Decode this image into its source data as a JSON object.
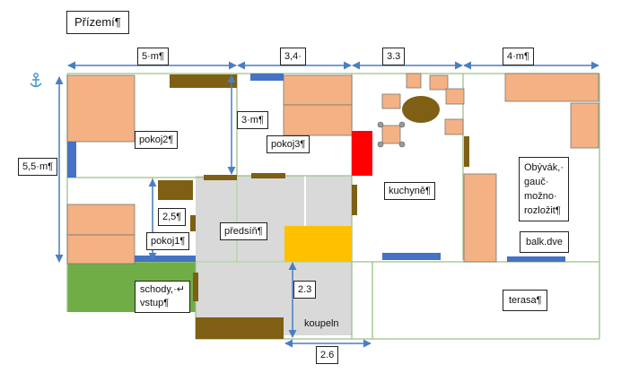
{
  "title": "Přízemí¶",
  "dimensions": {
    "d5m": "5·m¶",
    "d34": "3,4·",
    "d33": "3.3",
    "d4m": "4·m¶",
    "d55m": "5,5·m¶",
    "d3m": "3·m¶",
    "d25": "2,5¶",
    "d23": "2.3",
    "d26": "2.6"
  },
  "rooms": {
    "pokoj2": "pokoj2¶",
    "pokoj3": "pokoj3¶",
    "pokoj1": "pokoj1¶",
    "predsin": "předsíň¶",
    "kuchyne": "kuchyně¶",
    "obyvak_line1": "Obývák,·",
    "obyvak_line2": "gauč·",
    "obyvak_line3": "možno·",
    "obyvak_line4": "rozložit¶",
    "balk": "balk.dve",
    "terasa": "terasa¶",
    "schody_line1": "schody,·↵",
    "schody_line2": "vstup¶",
    "koupeln": "koupeln"
  },
  "icons": {
    "anchor": "anchor-icon"
  },
  "colors": {
    "wall_line": "#9bc28a",
    "dim_arrow": "#4a7ec0",
    "furniture": "#f4b183",
    "door": "#7f5f13",
    "window": "#4472c4",
    "hall": "#d9d9d9",
    "red": "#ff0000",
    "yellow": "#ffc000",
    "green": "#70ad47"
  }
}
